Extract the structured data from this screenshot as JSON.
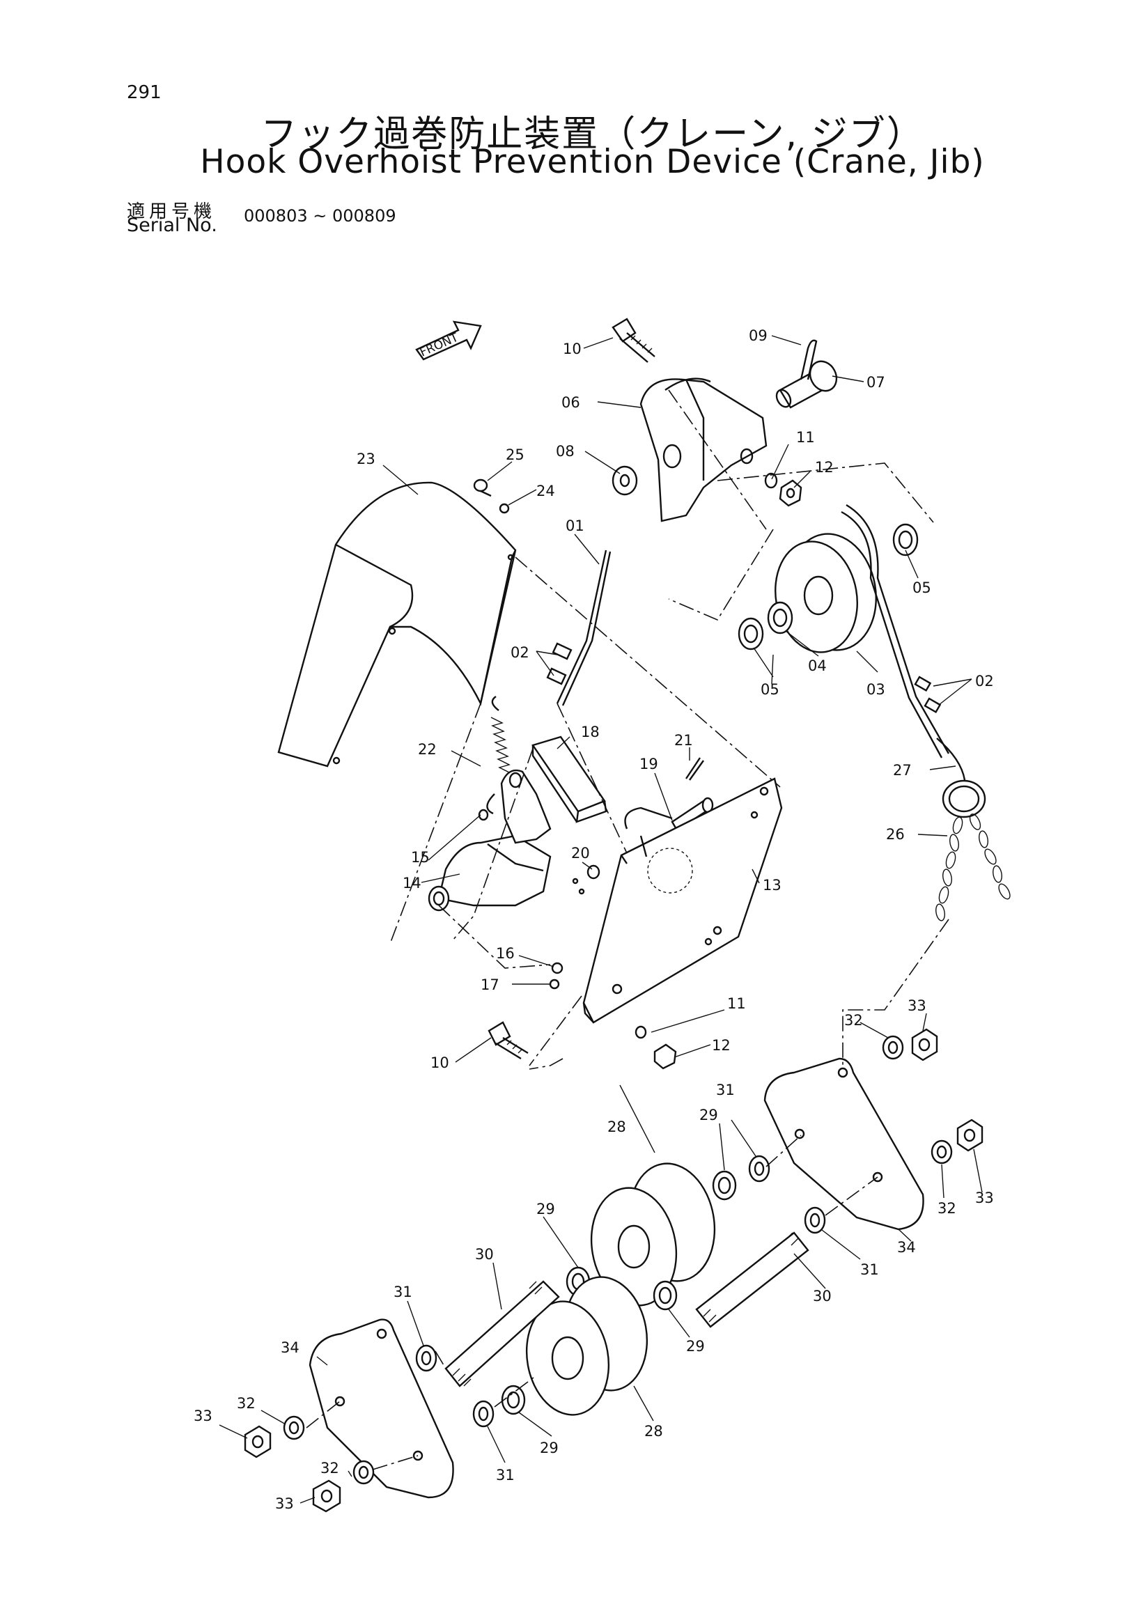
{
  "page_number": "291",
  "title_jp": "フック過巻防止装置（クレーン, ジブ）",
  "title_en": "Hook Overhoist Prevention Device (Crane, Jib)",
  "serial_label_jp": "適用号機",
  "serial_label_en": "Serial No.",
  "serial_range": "000803 ~ 000809",
  "front_label": "FRONT",
  "callouts": {
    "c01": "01",
    "c02a": "02",
    "c02b": "02",
    "c03": "03",
    "c04": "04",
    "c05a": "05",
    "c05b": "05",
    "c06": "06",
    "c07": "07",
    "c08": "08",
    "c09": "09",
    "c10a": "10",
    "c10b": "10",
    "c11a": "11",
    "c11b": "11",
    "c12a": "12",
    "c12b": "12",
    "c13": "13",
    "c14": "14",
    "c15": "15",
    "c16": "16",
    "c17": "17",
    "c18": "18",
    "c19": "19",
    "c20": "20",
    "c21": "21",
    "c22": "22",
    "c23": "23",
    "c24": "24",
    "c25": "25",
    "c26": "26",
    "c27": "27",
    "c28a": "28",
    "c28b": "28",
    "c29a": "29",
    "c29b": "29",
    "c29c": "29",
    "c29d": "29",
    "c30a": "30",
    "c30b": "30",
    "c31a": "31",
    "c31b": "31",
    "c31c": "31",
    "c31d": "31",
    "c32a": "32",
    "c32b": "32",
    "c32c": "32",
    "c32d": "32",
    "c33a": "33",
    "c33b": "33",
    "c33c": "33",
    "c33d": "33",
    "c34a": "34",
    "c34b": "34"
  }
}
